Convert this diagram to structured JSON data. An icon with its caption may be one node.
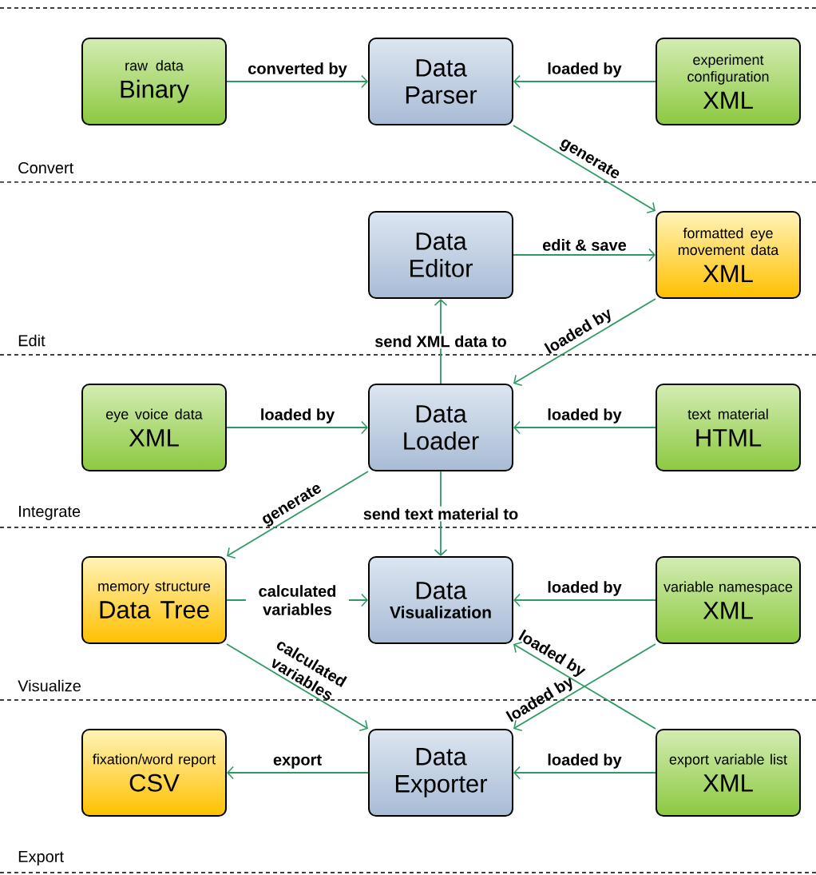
{
  "diagram": {
    "nodes": [
      {
        "text": [
          "raw data",
          "Binary"
        ]
      },
      {
        "text": [
          "Data Parser"
        ]
      },
      {
        "text": [
          "experiment configuration",
          "XML"
        ]
      },
      {
        "text": [
          "Data Editor"
        ]
      },
      {
        "text": [
          "formatted eye movement data",
          "XML"
        ]
      },
      {
        "text": [
          "eye voice data",
          "XML"
        ]
      },
      {
        "text": [
          "Data Loader"
        ]
      },
      {
        "text": [
          "text material",
          "HTML"
        ]
      },
      {
        "text": [
          "memory structure",
          "Data Tree"
        ]
      },
      {
        "text": [
          "Data",
          "Visualization"
        ]
      },
      {
        "text": [
          "variable namespace",
          "XML"
        ]
      },
      {
        "text": [
          "fixation/word report",
          "CSV"
        ]
      },
      {
        "text": [
          "Data Exporter"
        ]
      },
      {
        "text": [
          "export variable list",
          "XML"
        ]
      }
    ],
    "edges": [
      {
        "from": 0,
        "to": 1,
        "arrow": "to",
        "label": "converted by"
      },
      {
        "from": 2,
        "to": 1,
        "arrow": "to",
        "label": "loaded by"
      },
      {
        "from": 1,
        "to": 4,
        "arrow": "to",
        "label": "generate"
      },
      {
        "from": 3,
        "to": 4,
        "arrow": "to",
        "label": "edit & save"
      },
      {
        "from": 4,
        "to": 6,
        "arrow": "to",
        "label": "loaded by"
      },
      {
        "from": 6,
        "to": 3,
        "arrow": "to",
        "label": "send XML data to"
      },
      {
        "from": 5,
        "to": 6,
        "arrow": "to",
        "label": "loaded by"
      },
      {
        "from": 7,
        "to": 6,
        "arrow": "to",
        "label": "loaded by"
      },
      {
        "from": 6,
        "to": 8,
        "arrow": "to",
        "label": "generate"
      },
      {
        "from": 6,
        "to": 9,
        "arrow": "to",
        "label": "send text material to"
      },
      {
        "from": 8,
        "to": 9,
        "arrow": "to",
        "label": "calculated variables"
      },
      {
        "from": 10,
        "to": 9,
        "arrow": "to",
        "label": "loaded by"
      },
      {
        "from": 8,
        "to": 12,
        "arrow": "to",
        "label": "calculated variables"
      },
      {
        "from": 10,
        "to": 12,
        "arrow": "to",
        "label": "loaded by"
      },
      {
        "from": 13,
        "to": 9,
        "arrow": "to",
        "label": "loaded by"
      },
      {
        "from": 13,
        "to": 12,
        "arrow": "to",
        "label": "loaded by"
      },
      {
        "from": 12,
        "to": 11,
        "arrow": "to",
        "label": "export"
      }
    ],
    "labels": [
      "Convert",
      "Edit",
      "Integrate",
      "Visualize",
      "Export"
    ]
  }
}
